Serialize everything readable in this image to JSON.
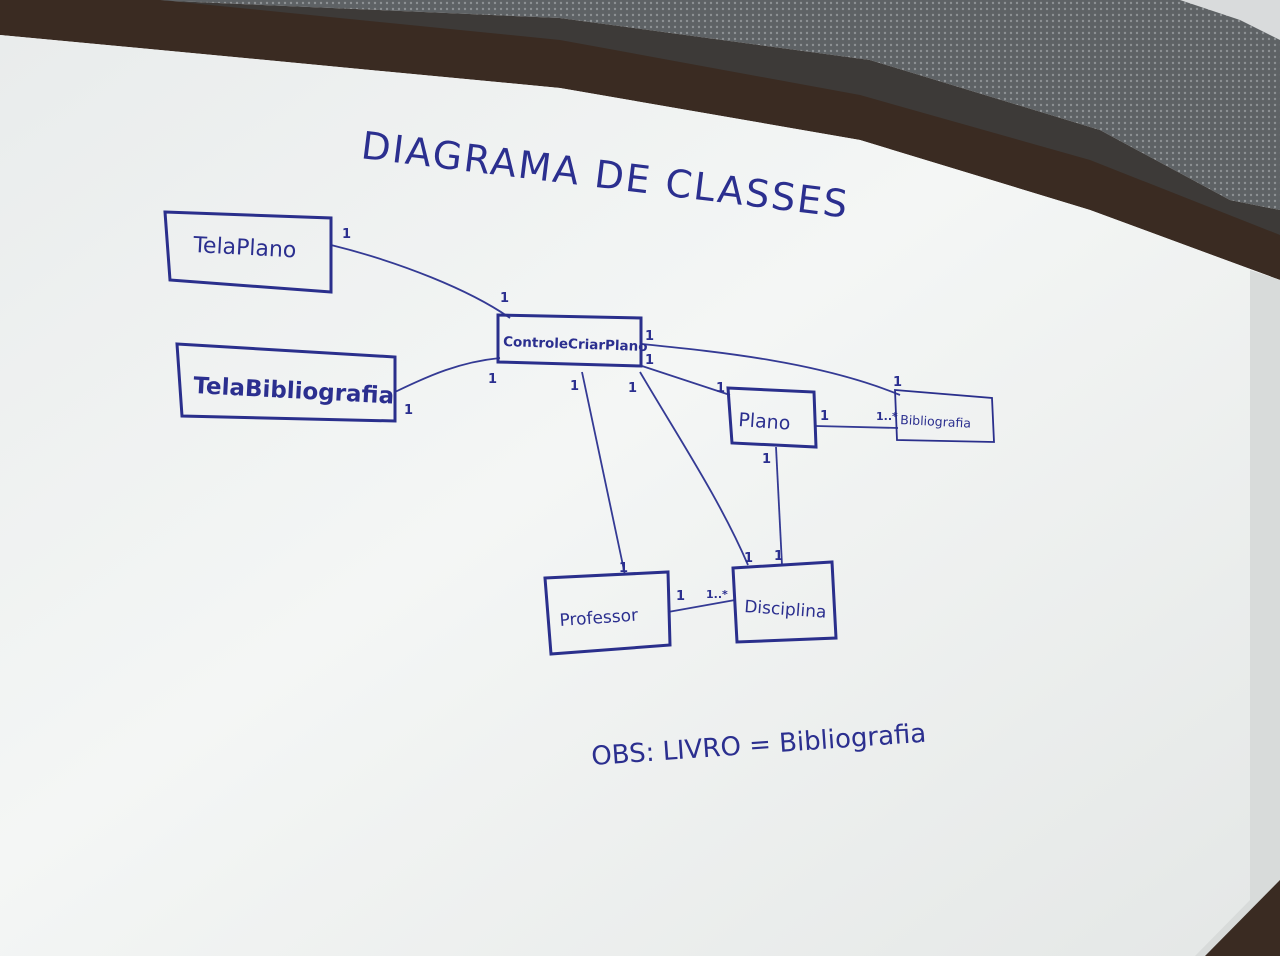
{
  "title": "DIAGRAMA DE CLASSES",
  "note": "OBS: LIVRO = Bibliografia",
  "classes": {
    "tela_plano": "TelaPlano",
    "tela_bibliografia": "TelaBibliografia",
    "controle_criar_plano": "ControleCriarPlano",
    "plano": "Plano",
    "bibliografia": "Bibliografia",
    "professor": "Professor",
    "disciplina": "Disciplina"
  },
  "multiplicities": {
    "one": "1",
    "one_to_many": "1..*"
  },
  "associations": [
    {
      "from": "TelaPlano",
      "to": "ControleCriarPlano",
      "from_mult": "1",
      "to_mult": "1"
    },
    {
      "from": "TelaBibliografia",
      "to": "ControleCriarPlano",
      "from_mult": "1",
      "to_mult": "1"
    },
    {
      "from": "ControleCriarPlano",
      "to": "Bibliografia",
      "from_mult": "1",
      "to_mult": "1"
    },
    {
      "from": "ControleCriarPlano",
      "to": "Plano",
      "from_mult": "1",
      "to_mult": "1"
    },
    {
      "from": "ControleCriarPlano",
      "to": "Professor",
      "from_mult": "1",
      "to_mult": "1"
    },
    {
      "from": "ControleCriarPlano",
      "to": "Disciplina",
      "from_mult": "1",
      "to_mult": "1"
    },
    {
      "from": "Plano",
      "to": "Bibliografia",
      "from_mult": "1",
      "to_mult": "1..*"
    },
    {
      "from": "Plano",
      "to": "Disciplina",
      "from_mult": "1",
      "to_mult": "1"
    },
    {
      "from": "Professor",
      "to": "Disciplina",
      "from_mult": "1",
      "to_mult": "1..*"
    }
  ],
  "colors": {
    "ink": "#2b2f8f",
    "board": "#eef0ef",
    "frame": "#3a2b22",
    "ceiling": "#6b6f72"
  }
}
